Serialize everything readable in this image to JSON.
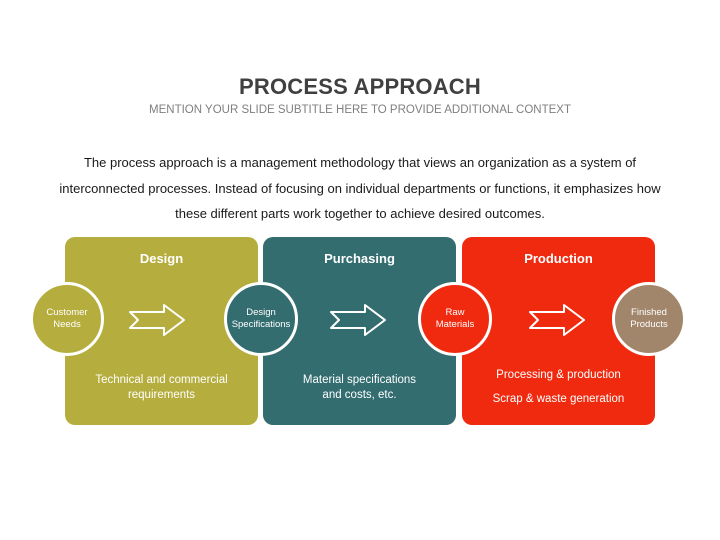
{
  "title": "PROCESS APPROACH",
  "subtitle": "MENTION YOUR SLIDE SUBTITLE HERE TO PROVIDE ADDITIONAL CONTEXT",
  "intro": "The process approach is a management methodology that views an organization as a system of interconnected processes. Instead of focusing on individual departments or functions, it emphasizes how these different parts work together to achieve desired outcomes.",
  "stages": [
    {
      "title": "Design",
      "description": [
        "Technical and commercial",
        "requirements"
      ],
      "color": "#b5ad3d"
    },
    {
      "title": "Purchasing",
      "description": [
        "Material specifications",
        "and costs, etc."
      ],
      "color": "#336d70"
    },
    {
      "title": "Production",
      "description": [
        "Processing & production",
        "Scrap & waste generation"
      ],
      "color": "#f02a0f"
    }
  ],
  "nodes": [
    {
      "lines": [
        "Customer",
        "Needs"
      ],
      "color": "#b5ad3d"
    },
    {
      "lines": [
        "Design",
        "Specifications"
      ],
      "color": "#336d70"
    },
    {
      "lines": [
        "Raw",
        "Materials"
      ],
      "color": "#f02a0f"
    },
    {
      "lines": [
        "Finished",
        "Products"
      ],
      "color": "#a1866b"
    }
  ],
  "arrow_icon": "right-arrow-icon"
}
